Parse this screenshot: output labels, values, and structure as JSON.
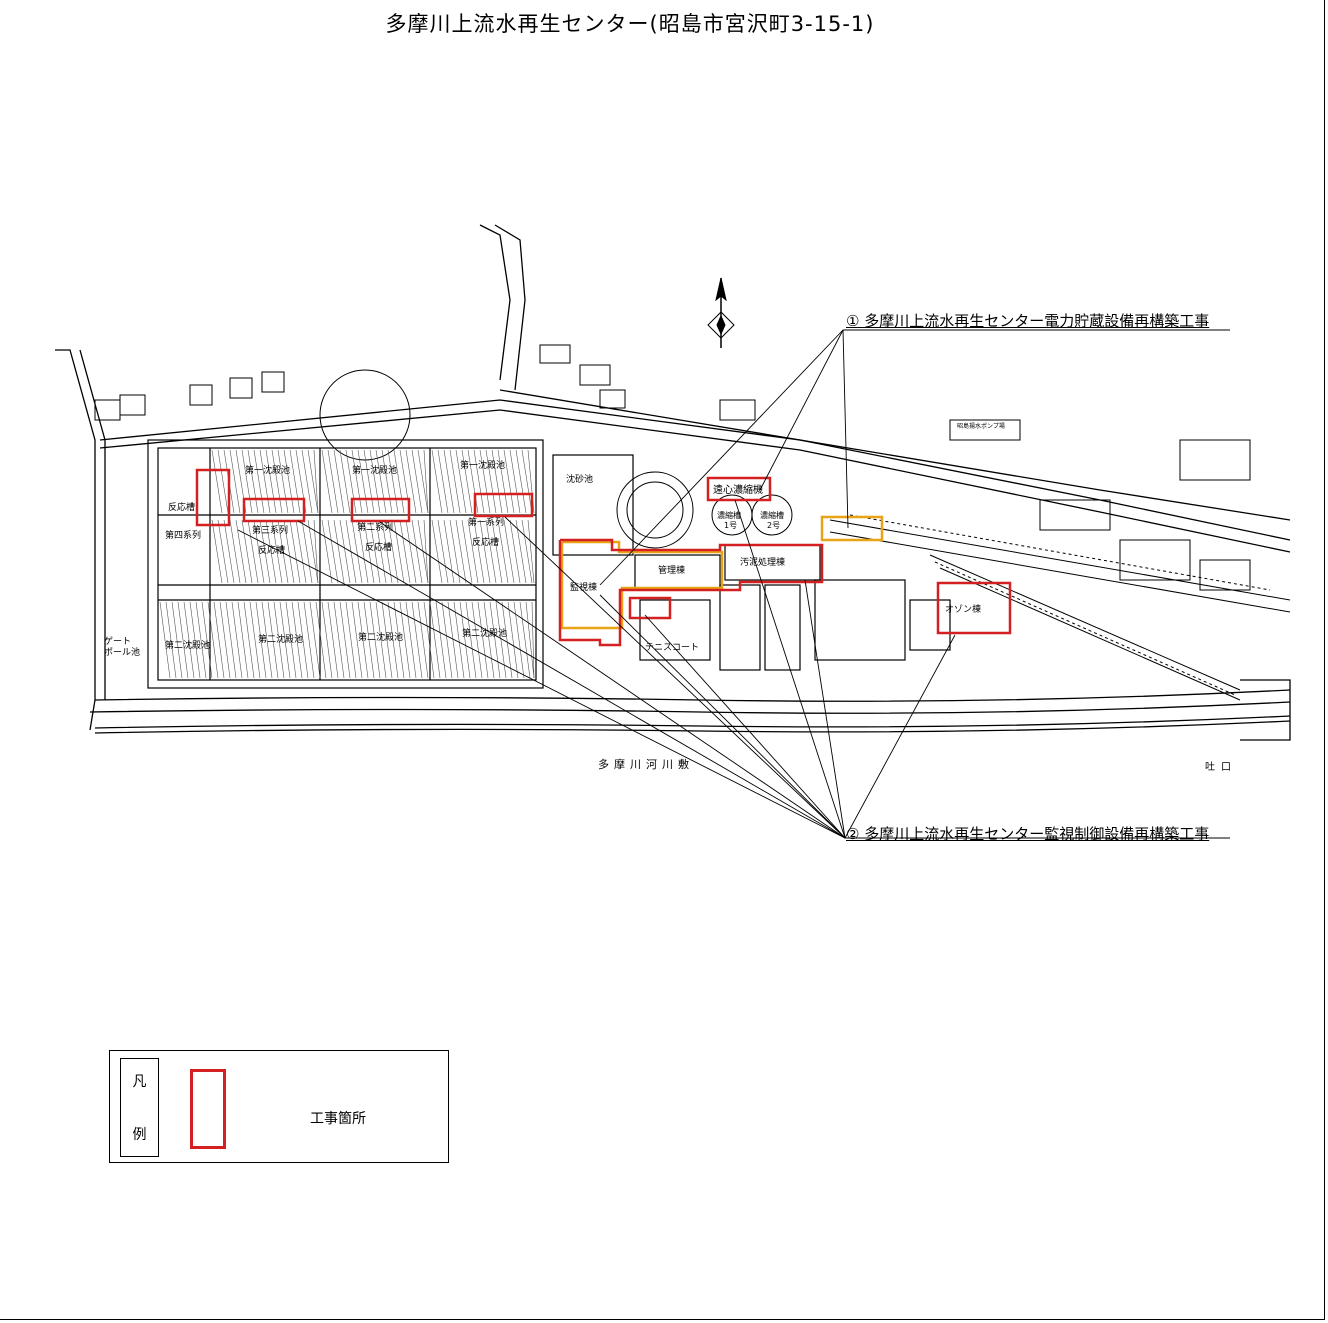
{
  "title": "多摩川上流水再生センター(昭島市宮沢町3-15-1)",
  "callouts": {
    "project1": "① 多摩川上流水再生センター電力貯蔵設備再構築工事",
    "project2": "② 多摩川上流水再生センター監視制御設備再構築工事"
  },
  "legend": {
    "label_top": "凡",
    "label_bottom": "例",
    "item": "工事箇所"
  },
  "map_labels": {
    "reaction_tank_4": "反応槽",
    "series_4": "第四系列",
    "primary_tank_1": "第一沈殿池",
    "primary_tank_2": "第一沈殿池",
    "primary_tank_3": "第一沈殿池",
    "series_3": "第三系列",
    "reaction_tank_3": "反応槽",
    "series_2": "第二系列",
    "reaction_tank_2": "反応槽",
    "series_1": "第一系列",
    "reaction_tank_1": "反応槽",
    "secondary_tank_1": "第二沈殿池",
    "secondary_tank_2": "第二沈殿池",
    "secondary_tank_3": "第二沈殿池",
    "secondary_tank_4": "第二沈殿池",
    "gate": "ゲート",
    "pole": "ポール池",
    "grit": "沈砂池",
    "centrifuge": "遠心濃縮機",
    "thickener_1": "濃縮槽",
    "thickener_1_no": "1号",
    "thickener_2": "濃縮槽",
    "thickener_2_no": "2号",
    "monitor": "監視棟",
    "admin": "管理棟",
    "sludge": "汚泥処理棟",
    "tennis": "テニスコート",
    "ozone": "オゾン棟",
    "river": "多摩川河川敷",
    "outfall": "吐口",
    "pump": "昭島揚水ポンプ場"
  },
  "colors": {
    "construction": "#d42020",
    "existing": "#e8a317",
    "ink": "#000000"
  }
}
